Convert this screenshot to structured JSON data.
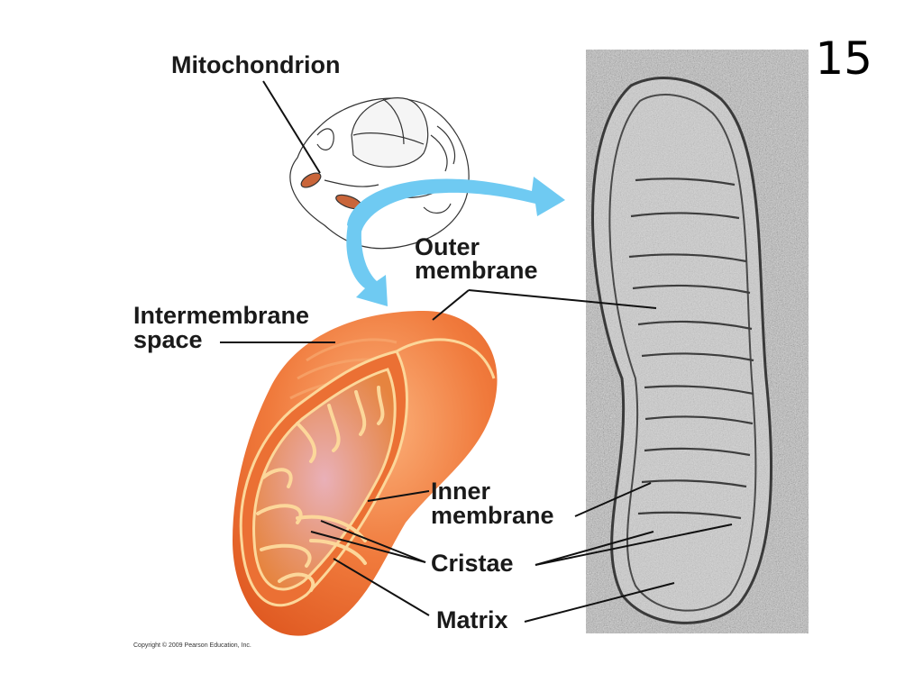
{
  "slide": {
    "number": "15"
  },
  "labels": {
    "mitochondrion": "Mitochondrion",
    "outer_line1": "Outer",
    "outer_line2": "membrane",
    "intermembrane_line1": "Intermembrane",
    "intermembrane_line2": "space",
    "inner_line1": "Inner",
    "inner_line2": "membrane",
    "cristae": "Cristae",
    "matrix": "Matrix"
  },
  "copyright": "Copyright © 2009 Pearson Education, Inc.",
  "colors": {
    "mito_fill": "#f07a3c",
    "mito_highlight": "#f9b07a",
    "membrane_line": "#fcd79a",
    "matrix_pink": "#e8a0a8",
    "arrow_blue": "#6fcaf2"
  }
}
